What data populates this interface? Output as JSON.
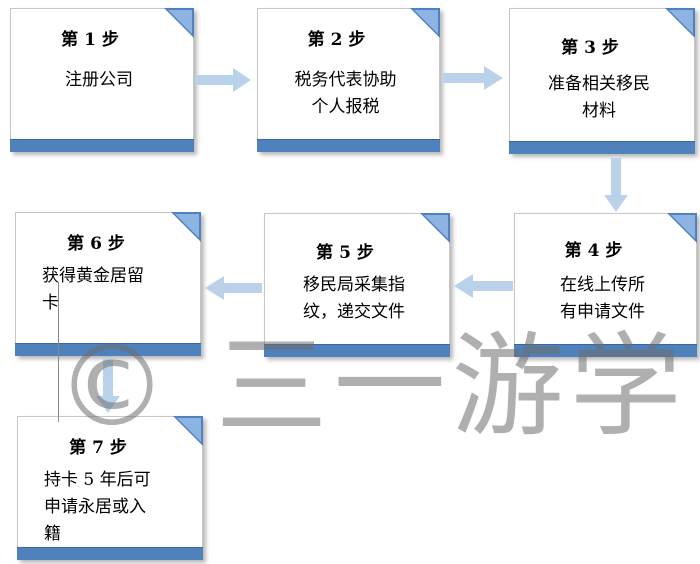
{
  "colors": {
    "bar": "#4f81bd",
    "corner_dark": "#4e81bd",
    "corner_light": "#8db3e2",
    "arrow": "#b9d2ea"
  },
  "steps": [
    {
      "title": "第 1 步",
      "text": "注册公司"
    },
    {
      "title": "第 2 步",
      "text": "税务代表协助\n个人报税"
    },
    {
      "title": "第 3 步",
      "text": "准备相关移民\n材料"
    },
    {
      "title": "第 4 步",
      "text": "在线上传所\n有申请文件"
    },
    {
      "title": "第 5 步",
      "text": "移民局采集指\n纹，递交文件"
    },
    {
      "title": "第 6 步",
      "text": "获得黄金居留\n卡"
    },
    {
      "title": "第 7 步",
      "text": "持卡 5 年后可\n申请永居或入\n籍"
    }
  ],
  "watermark": "© 三一游学"
}
